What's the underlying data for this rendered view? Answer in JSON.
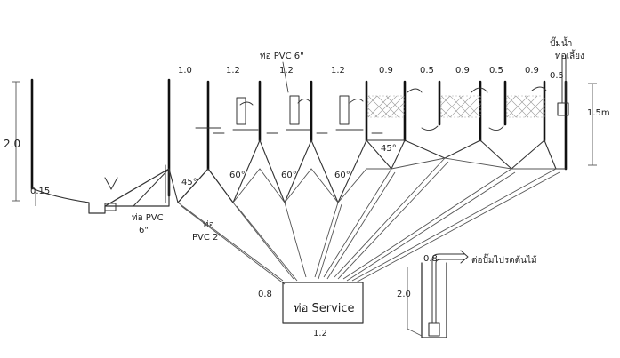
{
  "labels": {
    "pipe_pvc_6_top": "ท่อ PVC 6\"",
    "pipe_pvc_6_bottom_line1": "ท่อ PVC",
    "pipe_pvc_6_bottom_line2": "6\"",
    "pipe_pvc_2_line1": "ท่อ",
    "pipe_pvc_2_line2": "PVC 2\"",
    "pump_line1": "ปั๊มน้ำ",
    "pump_line2": "ท่อเลี้ยง",
    "service_pipe": "ท่อ Service",
    "watering_pump": "ต่อปั๊มไปรดต้นไม้"
  },
  "dimensions": {
    "tank_height": "2.0",
    "tank_bottom_offset": "0.15",
    "water_depth": "1.5m",
    "service_box_height": "0.8",
    "service_box_width": "1.2",
    "pump_well_height": "2.0",
    "pump_well_width": "0.8",
    "compartment_widths": [
      "1.0",
      "1.2",
      "1.2",
      "1.2",
      "0.9",
      "0.5",
      "0.9",
      "0.5",
      "0.9",
      "0.5"
    ]
  },
  "angles": [
    "45°",
    "60°",
    "60°",
    "60°",
    "45°"
  ]
}
